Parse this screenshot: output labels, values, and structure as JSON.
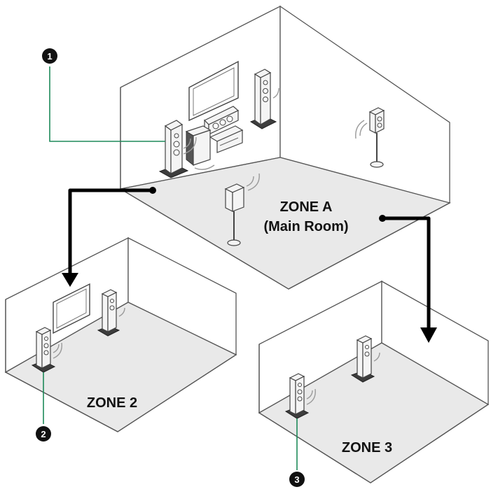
{
  "zones": {
    "zone_a": {
      "line1": "ZONE A",
      "line2": "(Main Room)"
    },
    "zone_2": {
      "label": "ZONE 2"
    },
    "zone_3": {
      "label": "ZONE 3"
    }
  },
  "callouts": [
    "1",
    "2",
    "3"
  ],
  "colors": {
    "callout_line": "#1e8a5a",
    "arrow": "#000000",
    "floor": "#e9e9e9"
  }
}
